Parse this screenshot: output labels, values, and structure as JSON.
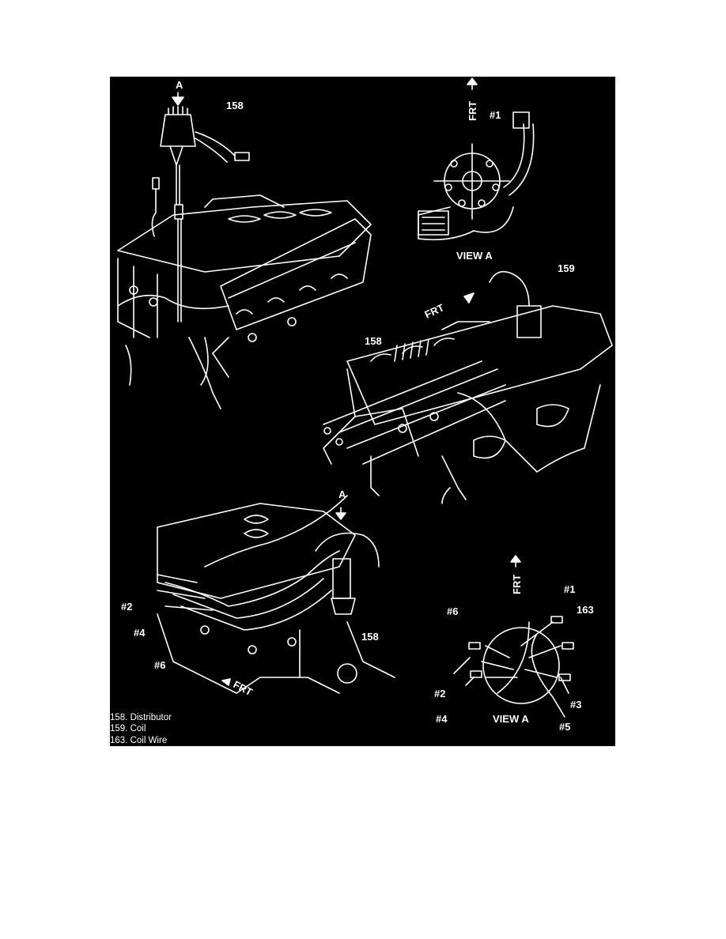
{
  "labels": {
    "view_a_arrow_top": "A",
    "dist_top_158": "158",
    "frt_top": "FRT",
    "pin1_top": "#1",
    "view_a_top": "VIEW A",
    "coil_159": "159",
    "frt_mid": "FRT",
    "dist_mid_158": "158",
    "view_a_arrow_bottom": "A",
    "cyl2_left": "#2",
    "cyl4_left": "#4",
    "cyl6_left": "#6",
    "dist_bottom_158": "158",
    "frt_bottom": "FRT",
    "frt_cap": "FRT",
    "cap_1": "#1",
    "cap_6": "#6",
    "cap_163": "163",
    "cap_2": "#2",
    "cap_4": "#4",
    "cap_3": "#3",
    "cap_5": "#5",
    "view_a_bottom": "VIEW A"
  },
  "legend": [
    "158.  Distributor",
    "159.  Coil",
    "163.  Coil Wire"
  ],
  "colors": {
    "background": "#000000",
    "line_art": "#ffffff",
    "page": "#ffffff"
  }
}
